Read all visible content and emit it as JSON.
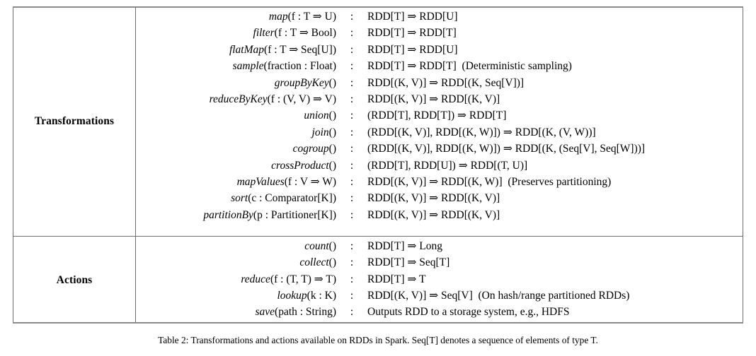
{
  "figure": {
    "caption": "Table 2: Transformations and actions available on RDDs in Spark. Seq[T] denotes a sequence of elements of type T."
  },
  "table": {
    "colon_separator": ":",
    "sections": [
      {
        "category": "Transformations",
        "rows": [
          {
            "signature_name": "map",
            "signature_args": "(f : T ⇒ U)",
            "signature": "map(f : T ⇒ U)",
            "returns": "RDD[T] ⇒ RDD[U]",
            "note": ""
          },
          {
            "signature_name": "filter",
            "signature_args": "(f : T ⇒ Bool)",
            "signature": "filter(f : T ⇒ Bool)",
            "returns": "RDD[T] ⇒ RDD[T]",
            "note": ""
          },
          {
            "signature_name": "flatMap",
            "signature_args": "(f : T ⇒ Seq[U])",
            "signature": "flatMap(f : T ⇒ Seq[U])",
            "returns": "RDD[T] ⇒ RDD[U]",
            "note": ""
          },
          {
            "signature_name": "sample",
            "signature_args": "(fraction : Float)",
            "signature": "sample(fraction : Float)",
            "returns": "RDD[T] ⇒ RDD[T]",
            "note": "(Deterministic sampling)"
          },
          {
            "signature_name": "groupByKey",
            "signature_args": "()",
            "signature": "groupByKey()",
            "returns": "RDD[(K, V)] ⇒ RDD[(K, Seq[V])]",
            "note": ""
          },
          {
            "signature_name": "reduceByKey",
            "signature_args": "(f : (V, V) ⇒ V)",
            "signature": "reduceByKey(f : (V, V) ⇒ V)",
            "returns": "RDD[(K, V)] ⇒ RDD[(K, V)]",
            "note": ""
          },
          {
            "signature_name": "union",
            "signature_args": "()",
            "signature": "union()",
            "returns": "(RDD[T], RDD[T]) ⇒ RDD[T]",
            "note": ""
          },
          {
            "signature_name": "join",
            "signature_args": "()",
            "signature": "join()",
            "returns": "(RDD[(K, V)], RDD[(K, W)]) ⇒ RDD[(K, (V, W))]",
            "note": ""
          },
          {
            "signature_name": "cogroup",
            "signature_args": "()",
            "signature": "cogroup()",
            "returns": "(RDD[(K, V)], RDD[(K, W)]) ⇒ RDD[(K, (Seq[V], Seq[W]))]",
            "note": ""
          },
          {
            "signature_name": "crossProduct",
            "signature_args": "()",
            "signature": "crossProduct()",
            "returns": "(RDD[T], RDD[U]) ⇒ RDD[(T, U)]",
            "note": ""
          },
          {
            "signature_name": "mapValues",
            "signature_args": "(f : V ⇒ W)",
            "signature": "mapValues(f : V ⇒ W)",
            "returns": "RDD[(K, V)] ⇒ RDD[(K, W)]",
            "note": "(Preserves partitioning)"
          },
          {
            "signature_name": "sort",
            "signature_args": "(c : Comparator[K])",
            "signature": "sort(c : Comparator[K])",
            "returns": "RDD[(K, V)] ⇒ RDD[(K, V)]",
            "note": ""
          },
          {
            "signature_name": "partitionBy",
            "signature_args": "(p : Partitioner[K])",
            "signature": "partitionBy(p : Partitioner[K])",
            "returns": "RDD[(K, V)] ⇒ RDD[(K, V)]",
            "note": ""
          }
        ]
      },
      {
        "category": "Actions",
        "rows": [
          {
            "signature_name": "count",
            "signature_args": "()",
            "signature": "count()",
            "returns": "RDD[T] ⇒ Long",
            "note": ""
          },
          {
            "signature_name": "collect",
            "signature_args": "()",
            "signature": "collect()",
            "returns": "RDD[T] ⇒ Seq[T]",
            "note": ""
          },
          {
            "signature_name": "reduce",
            "signature_args": "(f : (T, T) ⇒ T)",
            "signature": "reduce(f : (T, T) ⇒ T)",
            "returns": "RDD[T] ⇒ T",
            "note": ""
          },
          {
            "signature_name": "lookup",
            "signature_args": "(k : K)",
            "signature": "lookup(k : K)",
            "returns": "RDD[(K, V)] ⇒ Seq[V]",
            "note": "(On hash/range partitioned RDDs)"
          },
          {
            "signature_name": "save",
            "signature_args": "(path : String)",
            "signature": "save(path : String)",
            "returns": "Outputs RDD to a storage system, e.g., HDFS",
            "note": ""
          }
        ]
      }
    ]
  },
  "colors": {
    "rule": "#6d6d6d",
    "text": "#000000",
    "background": "#ffffff"
  }
}
